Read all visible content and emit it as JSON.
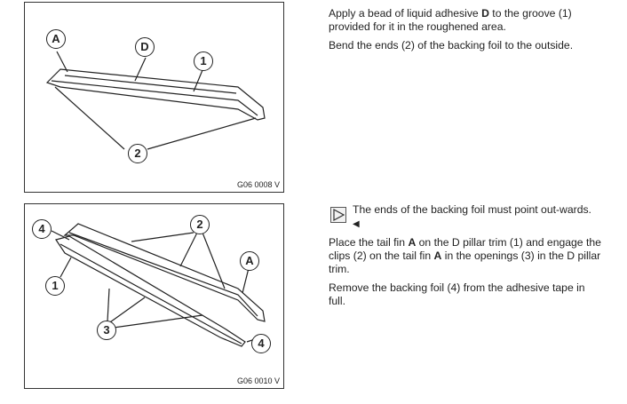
{
  "figures": [
    {
      "caption": "G06 0008 V",
      "callouts": {
        "a": "A",
        "d": "D",
        "one": "1",
        "two": "2"
      }
    },
    {
      "caption": "G06 0010 V",
      "callouts": {
        "four_top": "4",
        "two": "2",
        "a": "A",
        "one": "1",
        "three": "3",
        "four_bottom": "4"
      }
    }
  ],
  "steps": {
    "step1_a": "Apply a bead of liquid adhesive ",
    "step1_bold": "D",
    "step1_b": " to the groove (1) provided for it in the roughened area.",
    "step2": "Bend the ends (2) of the backing foil to the outside.",
    "note": "The ends of the backing foil must point out-wards.",
    "note_end": "◀",
    "step3_a": "Place the tail fin ",
    "step3_bold1": "A",
    "step3_b": " on the D pillar trim (1) and engage the clips (2) on the tail fin ",
    "step3_bold2": "A",
    "step3_c": " in the openings (3) in the D pillar trim.",
    "step4": "Remove the backing foil (4) from the adhesive tape in full."
  }
}
